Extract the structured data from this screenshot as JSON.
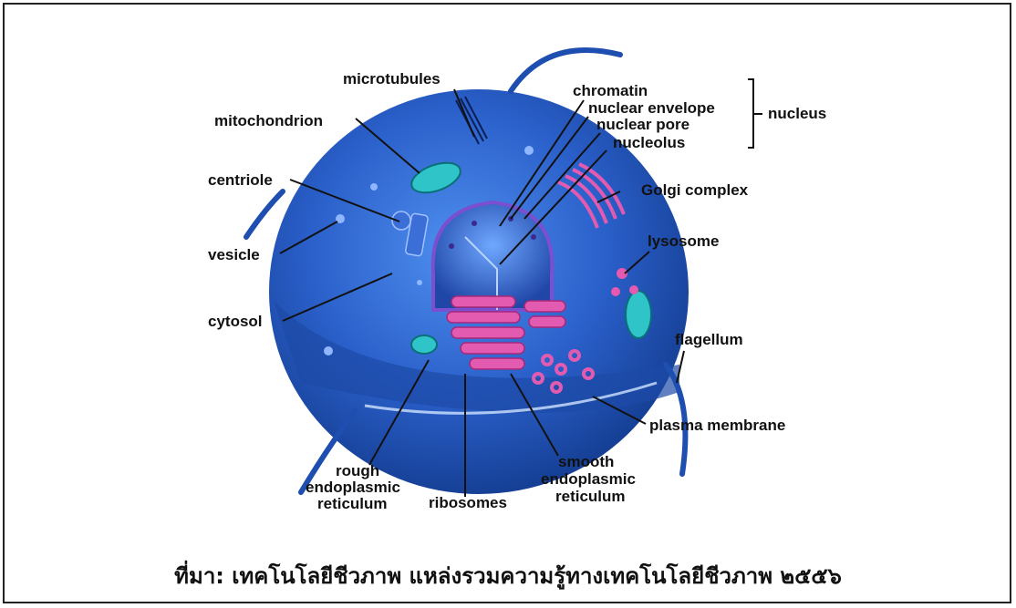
{
  "diagram": {
    "labels": {
      "microtubules": "microtubules",
      "mitochondrion": "mitochondrion",
      "centriole": "centriole",
      "vesicle": "vesicle",
      "cytosol": "cytosol",
      "chromatin": "chromatin",
      "nuclear_envelope": "nuclear envelope",
      "nuclear_pore": "nuclear pore",
      "nucleolus": "nucleolus",
      "nucleus": "nucleus",
      "golgi": "Golgi complex",
      "lysosome": "lysosome",
      "flagellum": "flagellum",
      "plasma_membrane": "plasma membrane",
      "rough_er": [
        "rough",
        "endoplasmic",
        "reticulum"
      ],
      "ribosomes": "ribosomes",
      "smooth_er": [
        "smooth",
        "endoplasmic",
        "reticulum"
      ]
    },
    "colors": {
      "cell_dark": "#123a8c",
      "cell_light": "#3f7de6",
      "er_pink": "#e25bb0",
      "organelle_teal": "#2ec4c8"
    }
  },
  "caption": "ที่มา: เทคโนโลยีชีวภาพ แหล่งรวมความรู้ทางเทคโนโลยีชีวภาพ ๒๕๕๖"
}
